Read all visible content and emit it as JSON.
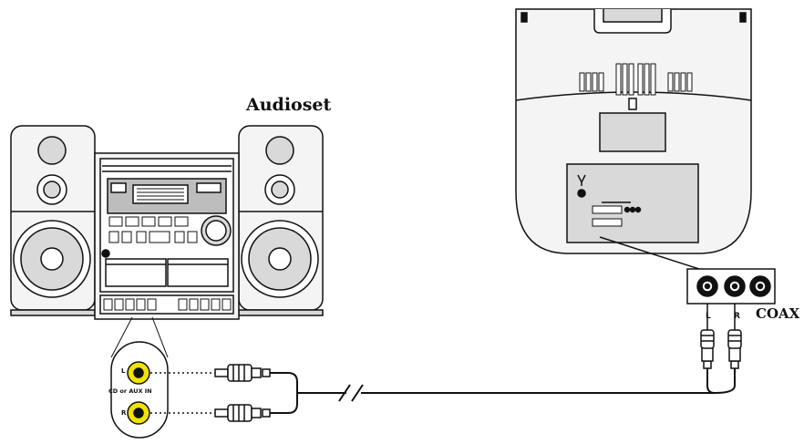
{
  "labels": {
    "audioset": "Audioset",
    "coax": "COAX",
    "jack_left": "L",
    "jack_right": "R",
    "cd_aux_in": "CD or AUX IN",
    "tv_left": "L",
    "tv_right": "R"
  },
  "colors": {
    "line": "#111111",
    "jack_fill": "#f2e200",
    "grey_fill": "#d9d9d9"
  }
}
